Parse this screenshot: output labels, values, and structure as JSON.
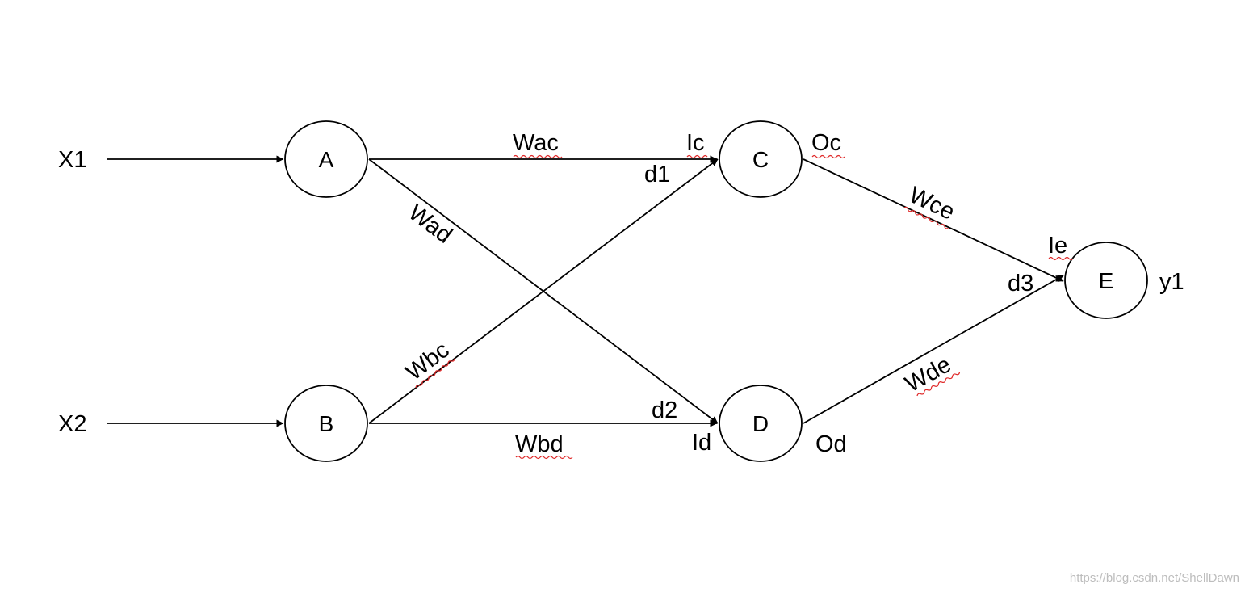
{
  "diagram": {
    "nodes": {
      "a": "A",
      "b": "B",
      "c": "C",
      "d": "D",
      "e": "E"
    },
    "inputs": {
      "x1": "X1",
      "x2": "X2"
    },
    "output": {
      "y1": "y1"
    },
    "weights": {
      "wac": "Wac",
      "wad": "Wad",
      "wbc": "Wbc",
      "wbd": "Wbd",
      "wce": "Wce",
      "wde": "Wde"
    },
    "node_io": {
      "ic": "Ic",
      "id": "Id",
      "oc": "Oc",
      "od": "Od",
      "ie": "Ie"
    },
    "deltas": {
      "d1": "d1",
      "d2": "d2",
      "d3": "d3"
    }
  },
  "watermark": "https://blog.csdn.net/ShellDawn",
  "colors": {
    "stroke": "#000000",
    "spellcheck_underline": "#e02a2a",
    "watermark": "#bdbdbd"
  }
}
